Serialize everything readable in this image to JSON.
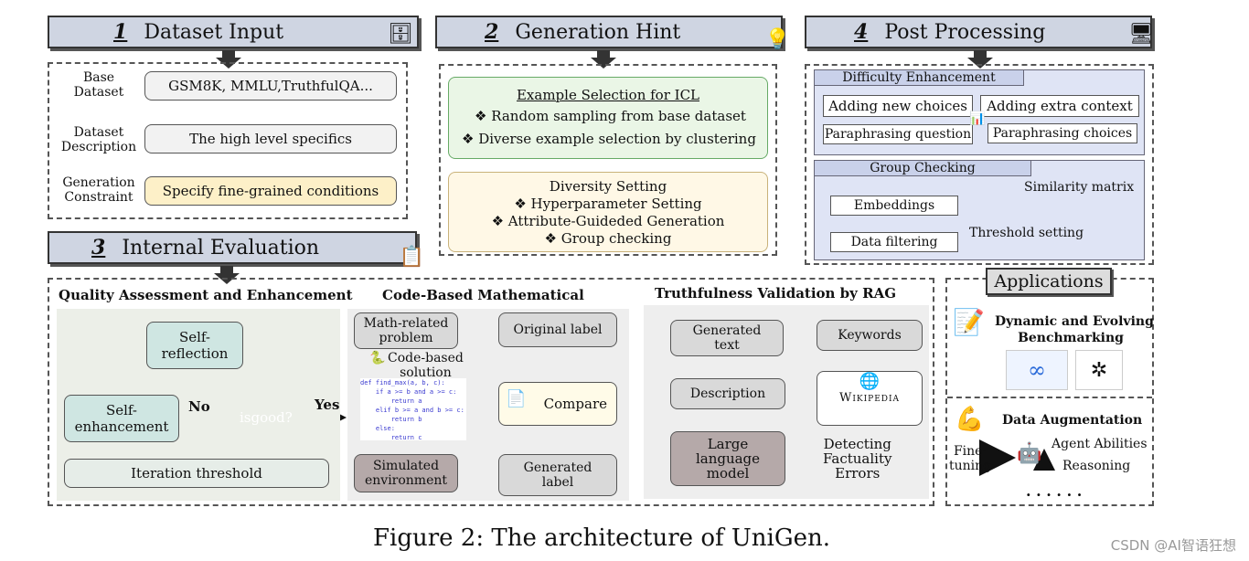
{
  "sec1": {
    "num": "1",
    "title": "Dataset Input",
    "rows": [
      {
        "label": "Base\nDataset",
        "value": "GSM8K, MMLU,TruthfulQA..."
      },
      {
        "label": "Dataset\nDescription",
        "value": "The high level specifics"
      },
      {
        "label": "Generation\nConstraint",
        "value": "Specify fine-grained conditions"
      }
    ]
  },
  "sec2": {
    "num": "2",
    "title": "Generation Hint",
    "icl": {
      "title": "Example Selection for ICL",
      "items": [
        "❖  Random sampling from base dataset",
        "❖  Diverse example selection by clustering"
      ]
    },
    "div": {
      "title": "Diversity Setting",
      "items": [
        "❖  Hyperparameter Setting",
        "❖  Attribute-Guideded Generation",
        "❖  Group checking"
      ]
    }
  },
  "sec4": {
    "num": "4",
    "title": "Post Processing",
    "diff": {
      "title": "Difficulty Enhancement",
      "items": [
        "Adding new choices",
        "Adding extra context",
        "Paraphrasing question",
        "Paraphrasing choices"
      ]
    },
    "group": {
      "title": "Group Checking",
      "embeddings": "Embeddings",
      "matrix": "Similarity matrix",
      "threshold": "Threshold setting",
      "filter": "Data filtering"
    }
  },
  "sec3": {
    "num": "3",
    "title": "Internal Evaluation",
    "qa": {
      "title": "Quality Assessment and Enhancement",
      "reflect": "Self-\nreflection",
      "enhance": "Self-\nenhancement",
      "isgood": "isgood?",
      "no": "No",
      "yes": "Yes",
      "iter": "Iteration threshold"
    },
    "code": {
      "title": "Code-Based Mathematical",
      "math": "Math-related\nproblem",
      "orig": "Original label",
      "sol": "Code-based\nsolution",
      "compare": "Compare",
      "sim": "Simulated\nenvironment",
      "gen": "Generated\nlabel",
      "snippet": "def find_max(a, b, c):\n    if a >= b and a >= c:\n        return a\n    elif b >= a and b >= c:\n        return b\n    else:\n        return c"
    },
    "rag": {
      "title": "Truthfulness Validation by RAG",
      "gentext": "Generated\ntext",
      "keywords": "Keywords",
      "desc": "Description",
      "wiki": "Wikipedia",
      "llm": "Large\nlanguage\nmodel",
      "detect": "Detecting\nFactuality\nErrors"
    }
  },
  "apps": {
    "title": "Applications",
    "bench": "Dynamic and Evolving\nBenchmarking",
    "aug": "Data Augmentation",
    "fine": "Fine-\ntuning",
    "agent": "Agent Abilities",
    "reason": "Reasoning",
    "dots": ". . .  . . ."
  },
  "caption": "Figure 2: The architecture of UniGen.",
  "watermark": "CSDN @AI智语狂想"
}
